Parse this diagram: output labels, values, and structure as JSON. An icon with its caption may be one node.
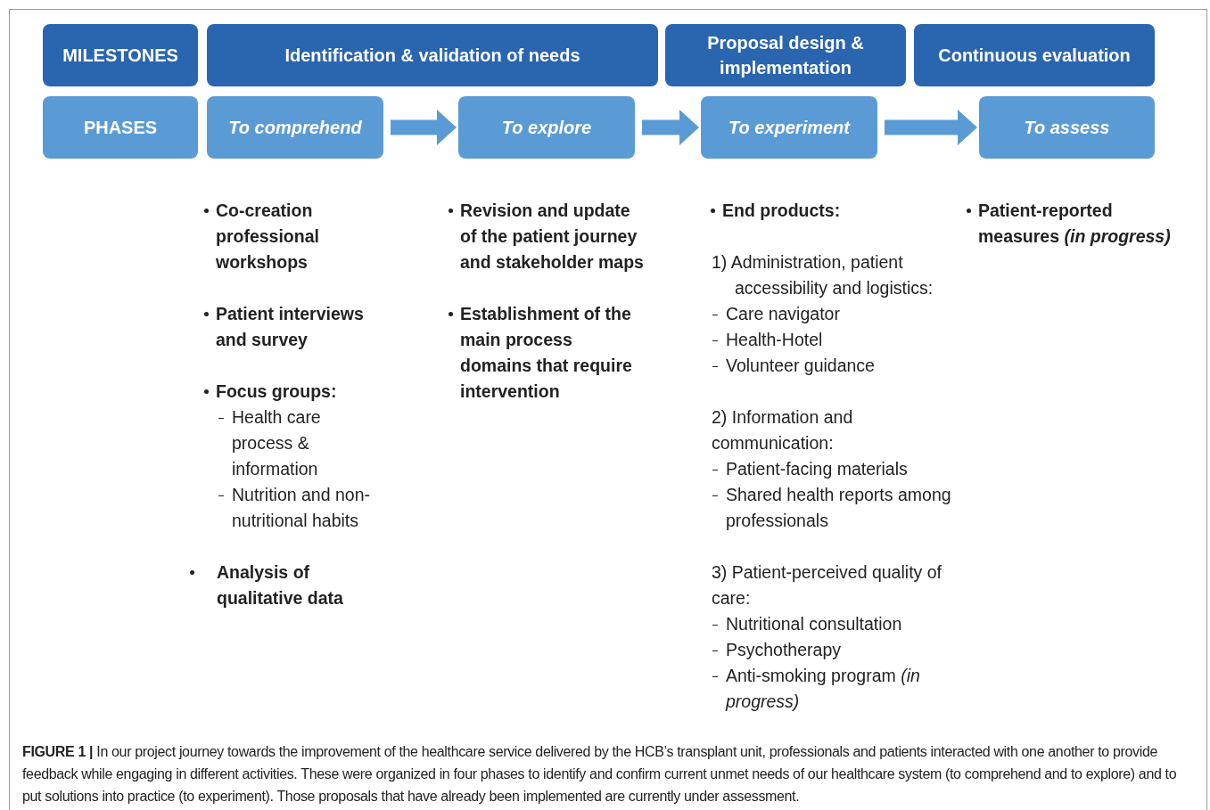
{
  "diagram": {
    "caption": "**FIGURE 1 |** In our project journey towards the improvement of the healthcare service delivered by the HCB’s transplant unit, professionals and patients interacted with one another to provide feedback while engaging in different activities. These were organized in four phases to identify and confirm current unmet needs of our healthcare system (to comprehend and to explore) and to put solutions into practice (to experiment). Those proposals that have already been implemented are currently under assessment.",
    "nodes": [
      {
        "text": [
          "MILESTONES"
        ]
      },
      {
        "text": [
          "Identification & validation of needs"
        ]
      },
      {
        "text": [
          "Proposal design & implementation"
        ]
      },
      {
        "text": [
          "Continuous evaluation"
        ]
      },
      {
        "text": [
          "PHASES"
        ]
      },
      {
        "text": [
          "To comprehend"
        ]
      },
      {
        "text": [
          "To explore"
        ]
      },
      {
        "text": [
          "To experiment"
        ]
      },
      {
        "text": [
          "To assess"
        ]
      }
    ],
    "edges": [
      {
        "from": 5,
        "to": 6,
        "arrow": "to"
      },
      {
        "from": 6,
        "to": 7,
        "arrow": "to"
      },
      {
        "from": 7,
        "to": 8,
        "arrow": "to"
      }
    ],
    "labels": [
      "Co-creation professional workshops",
      "Patient interviews and survey",
      "Focus groups:",
      "Health care process & information",
      "Nutrition and non-nutritional habits",
      "Analysis of qualitative data",
      "Revision and update of the patient journey and stakeholder maps",
      "Establishment of the main process domains that require intervention",
      "End products:",
      "1) Administration, patient accessibility and logistics:",
      "Care navigator",
      "Health-Hotel",
      "Volunteer guidance",
      "2) Information and communication:",
      "Patient-facing materials",
      "Shared health reports among professionals",
      "3) Patient-perceived quality of care:",
      "Nutritional consultation",
      "Psychotherapy",
      "Anti-smoking program *(in progress)*",
      "Patient-reported measures *(in progress)*"
    ]
  }
}
